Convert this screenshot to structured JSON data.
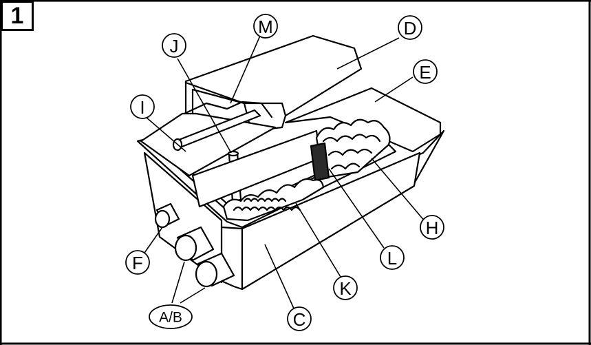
{
  "figure": {
    "number": "1"
  },
  "callouts": {
    "A_B": "A/B",
    "C": "C",
    "D": "D",
    "E": "E",
    "F": "F",
    "H": "H",
    "I": "I",
    "J": "J",
    "K": "K",
    "L": "L",
    "M": "M"
  },
  "colors": {
    "line": "#000000",
    "background": "#ffffff",
    "dark_fill": "#2a2a2a"
  }
}
